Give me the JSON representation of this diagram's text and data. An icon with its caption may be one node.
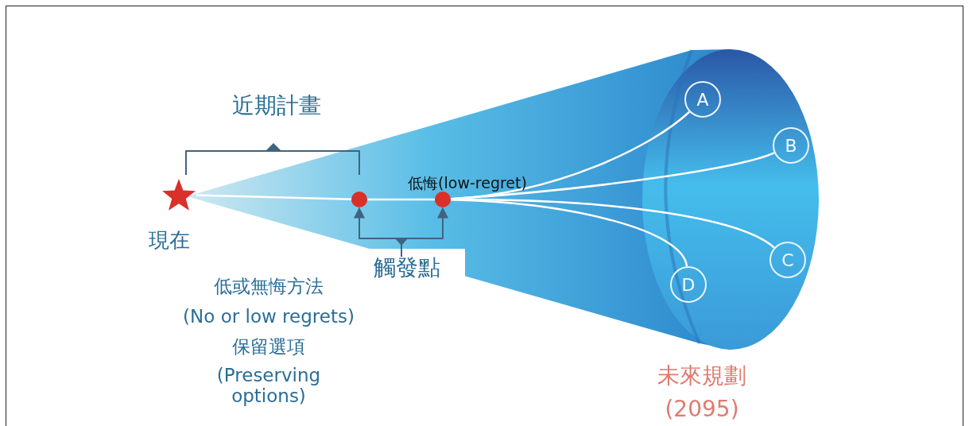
{
  "diagram": {
    "nodes": [
      {
        "text": [],
        "shape": "star",
        "beside": [
          "現在"
        ]
      },
      {
        "text": [],
        "shape": "circle"
      },
      {
        "text": [],
        "shape": "circle",
        "beside": [
          "低悔(low-regret)"
        ]
      },
      {
        "text": [
          "A"
        ]
      },
      {
        "text": [
          "B"
        ]
      },
      {
        "text": [
          "C"
        ]
      },
      {
        "text": [
          "D"
        ]
      },
      {
        "text": [
          "觸發點"
        ]
      }
    ],
    "edges": [
      {
        "from": 0,
        "to": 1,
        "arrow": "none"
      },
      {
        "from": 1,
        "to": 2,
        "arrow": "none"
      },
      {
        "from": 2,
        "to": 3,
        "arrow": "none"
      },
      {
        "from": 2,
        "to": 4,
        "arrow": "none"
      },
      {
        "from": 2,
        "to": 5,
        "arrow": "none"
      },
      {
        "from": 2,
        "to": 6,
        "arrow": "none"
      },
      {
        "from": 7,
        "to": 1,
        "arrow": "to",
        "color": "#3f6480"
      },
      {
        "from": 7,
        "to": 2,
        "arrow": "to",
        "color": "#3f6480"
      }
    ],
    "labels": [
      "近期計畫",
      "低或無悔方法",
      "(No or low regrets)",
      "保留選項",
      "(Preserving options)",
      "未來規劃",
      "(2095)"
    ]
  }
}
